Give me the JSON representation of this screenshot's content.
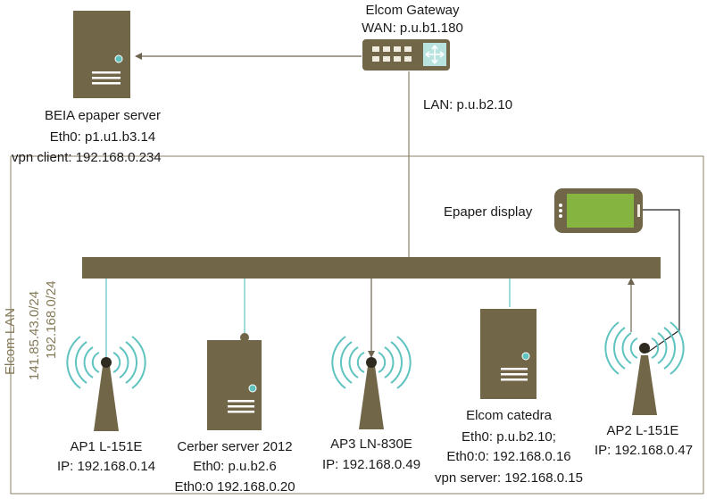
{
  "colors": {
    "device": "#716648",
    "device_dark": "#5e5438",
    "accent": "#5fc3c0",
    "screen": "#86b441",
    "lan_label": "#857a58",
    "line": "#8a8269",
    "arrow": "#6e6450"
  },
  "gateway": {
    "name": "Elcom Gateway",
    "wan": "WAN: p.u.b1.180",
    "lan": "LAN: p.u.b2.10"
  },
  "epaper_server": {
    "name": "BEIA epaper server",
    "eth0": "Eth0: p1.u1.b3.14",
    "vpn": "vpn client: 192.168.0.234"
  },
  "epaper_display": {
    "name": "Epaper display"
  },
  "lan": {
    "name": "Elcom LAN",
    "subnet1": "141.85.43.0/24",
    "subnet2": "192.168.0/24"
  },
  "nodes": {
    "ap1": {
      "name": "AP1 L-151E",
      "ip": "IP: 192.168.0.14"
    },
    "cerber": {
      "name": "Cerber server 2012",
      "eth0": "Eth0: p.u.b2.6",
      "eth00": "Eth0:0 192.168.0.20"
    },
    "ap3": {
      "name": "AP3 LN-830E",
      "ip": "IP: 192.168.0.49"
    },
    "catedra": {
      "name": "Elcom catedra",
      "eth0": "Eth0: p.u.b2.10;",
      "eth00": "Eth0:0: 192.168.0.16",
      "vpn": "vpn server: 192.168.0.15"
    },
    "ap2": {
      "name": "AP2 L-151E",
      "ip": "IP: 192.168.0.47"
    }
  }
}
